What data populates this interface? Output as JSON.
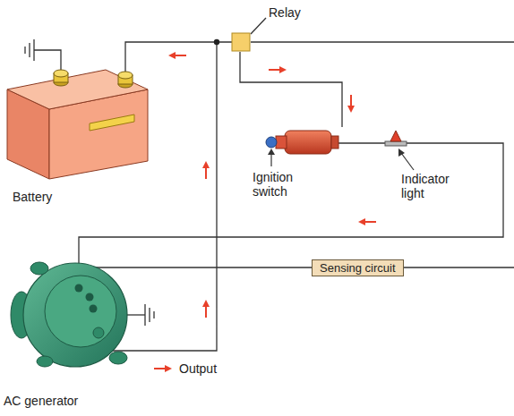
{
  "diagram": {
    "nodes": [
      {
        "text": [
          "Sensing circuit"
        ]
      }
    ],
    "labels": [
      "Relay",
      "Battery",
      "Ignition switch",
      "Indicator light",
      "Output",
      "AC generator"
    ]
  }
}
